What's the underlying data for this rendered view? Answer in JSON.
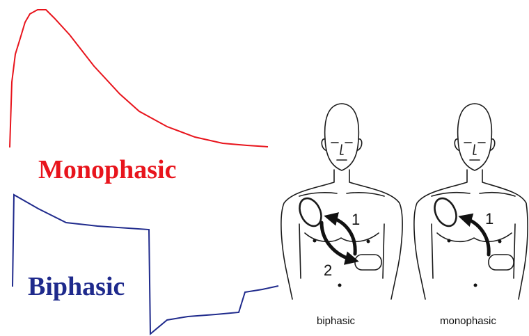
{
  "waveforms": {
    "monophasic": {
      "label": "Monophasic",
      "color": "#e8141c"
    },
    "biphasic": {
      "label": "Biphasic",
      "color": "#1f2a8c"
    }
  },
  "figures": {
    "biphasic": {
      "caption": "biphasic",
      "path_labels": [
        "1",
        "2"
      ]
    },
    "monophasic": {
      "caption": "monophasic",
      "path_labels": [
        "1"
      ]
    }
  }
}
